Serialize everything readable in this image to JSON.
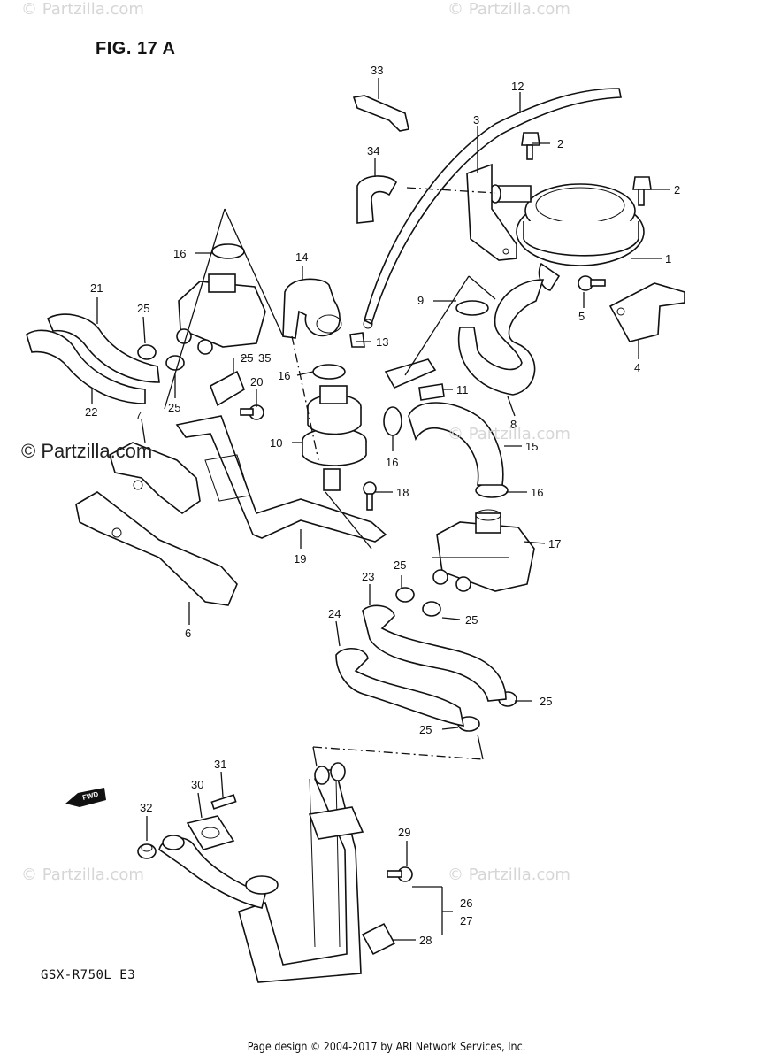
{
  "figure": {
    "title": "FIG. 17 A",
    "model": "GSX-R750L  E3",
    "footer": "Page design © 2004-2017 by ARI Network Services, Inc."
  },
  "watermarks": {
    "main": "© Partzilla.com",
    "faint": "© Partzilla.com"
  },
  "fwd_label": "FWD",
  "labels": [
    "1",
    "2",
    "2",
    "3",
    "4",
    "5",
    "6",
    "7",
    "8",
    "9",
    "10",
    "11",
    "12",
    "13",
    "14",
    "15",
    "16",
    "16",
    "16",
    "16",
    "17",
    "18",
    "19",
    "20",
    "21",
    "22",
    "23",
    "24",
    "25",
    "25",
    "25",
    "25",
    "25",
    "25",
    "25",
    "26",
    "27",
    "28",
    "29",
    "30",
    "31",
    "32",
    "33",
    "34",
    "35"
  ]
}
